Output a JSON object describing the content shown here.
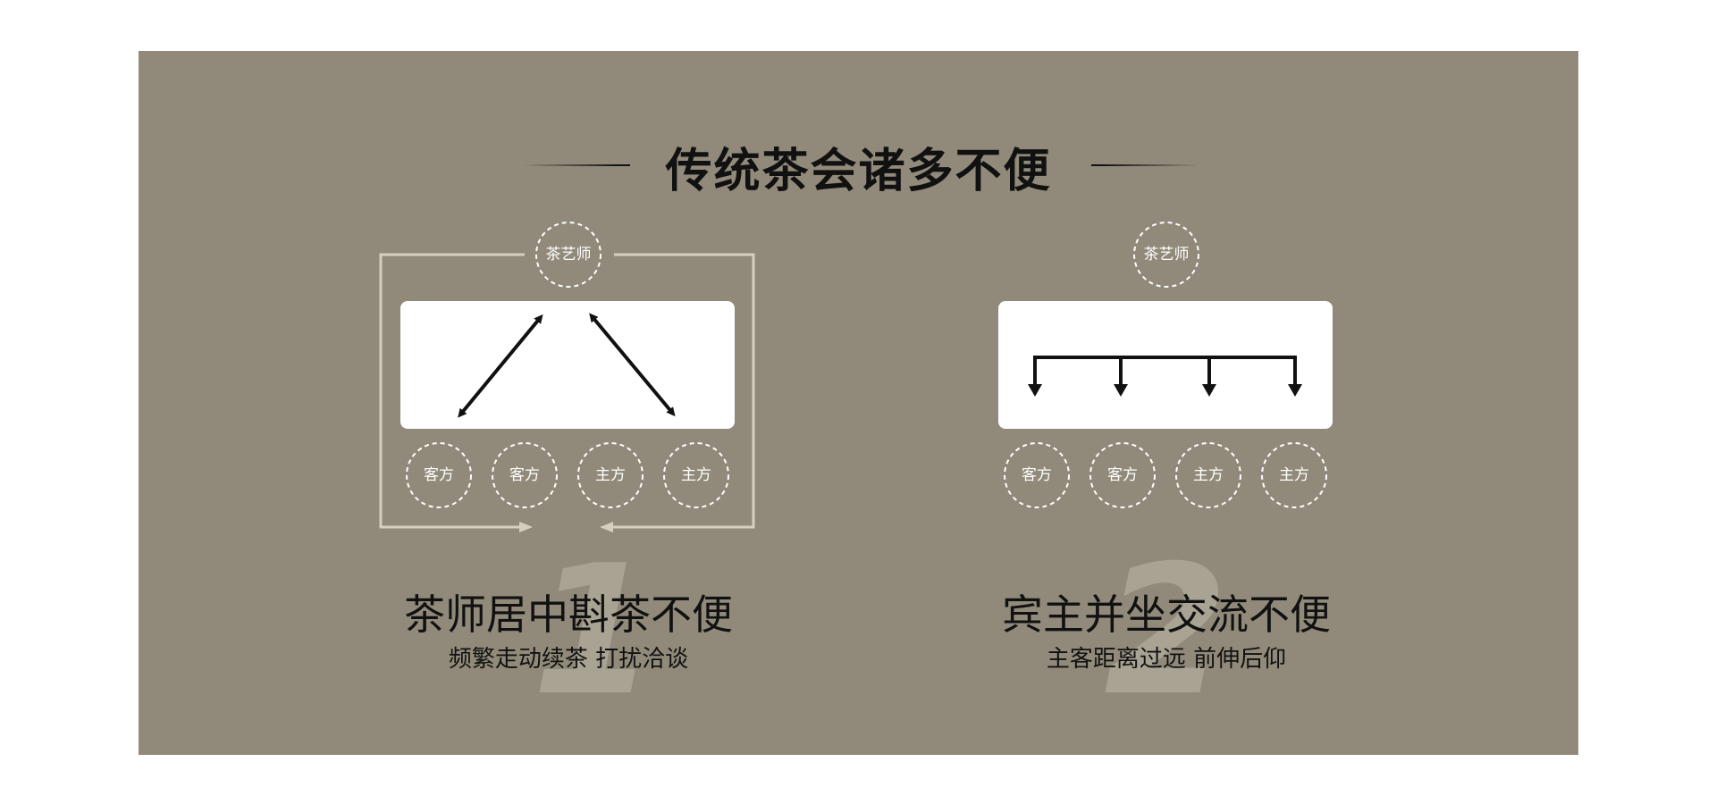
{
  "title": "传统茶会诸多不便",
  "colors": {
    "panel_bg": "#918a7a",
    "frame_line": "#d6cfbf",
    "number_color": "#a9a393",
    "text": "#111111"
  },
  "sections": [
    {
      "number": "1",
      "top_node": "茶艺师",
      "seats": [
        "客方",
        "客方",
        "主方",
        "主方"
      ],
      "heading": "茶师居中斟茶不便",
      "subheading": "频繁走动续茶 打扰洽谈"
    },
    {
      "number": "2",
      "top_node": "茶艺师",
      "seats": [
        "客方",
        "客方",
        "主方",
        "主方"
      ],
      "heading": "宾主并坐交流不便",
      "subheading": "主客距离过远 前伸后仰"
    }
  ]
}
